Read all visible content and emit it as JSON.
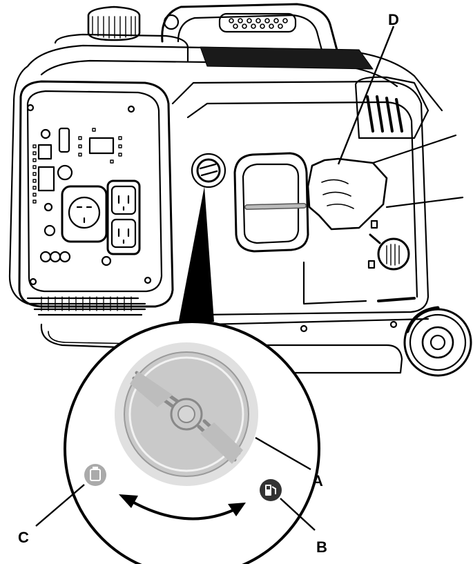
{
  "callouts": {
    "a": "A",
    "b": "B",
    "c": "C",
    "d": "D"
  },
  "icons": {
    "choke_valve": "fuel-valve-knob-icon",
    "gas_symbol": "fuel-pump-icon",
    "propane_symbol": "propane-tank-icon"
  },
  "colors": {
    "line": "#000000",
    "knob_gray": "#c9c9c9",
    "knob_ring": "#e0e0e0",
    "icon_dark": "#333333",
    "icon_light": "#aaaaaa"
  }
}
